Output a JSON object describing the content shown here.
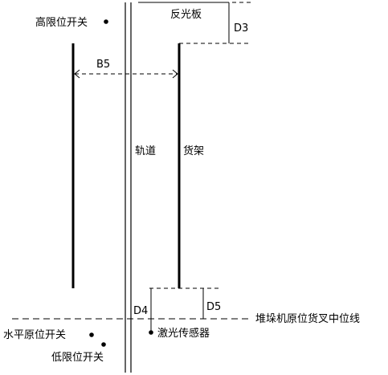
{
  "labels": {
    "high_limit_switch": "高限位开关",
    "reflector": "反光板",
    "d3": "D3",
    "b5": "B5",
    "track": "轨道",
    "shelf": "货架",
    "d4": "D4",
    "d5": "D5",
    "stacker_home_fork_centerline": "堆垛机原位货叉中位线",
    "horizontal_home_switch": "水平原位开关",
    "laser_sensor": "激光传感器",
    "low_limit_switch": "低限位开关"
  }
}
